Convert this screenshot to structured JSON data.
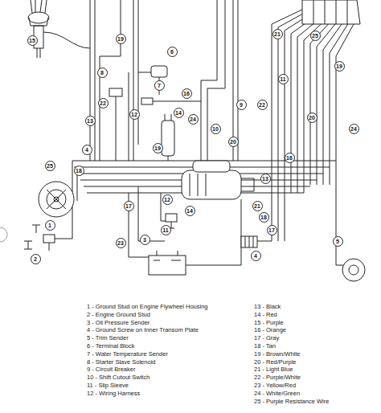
{
  "diagram": {
    "nodes": [
      {
        "text": [
          "15"
        ]
      },
      {
        "text": [
          "19"
        ]
      },
      {
        "text": [
          "8"
        ]
      },
      {
        "text": [
          "6"
        ]
      },
      {
        "text": [
          "7"
        ]
      },
      {
        "text": [
          "16"
        ]
      },
      {
        "text": [
          "14"
        ]
      },
      {
        "text": [
          "24"
        ]
      },
      {
        "text": [
          "10"
        ]
      },
      {
        "text": [
          "9"
        ]
      },
      {
        "text": [
          "13"
        ]
      },
      {
        "text": [
          "12"
        ]
      },
      {
        "text": [
          "22"
        ]
      },
      {
        "text": [
          "21"
        ]
      },
      {
        "text": [
          "25"
        ]
      },
      {
        "text": [
          "19"
        ]
      },
      {
        "text": [
          "11"
        ]
      },
      {
        "text": [
          "22"
        ]
      },
      {
        "text": [
          "20"
        ]
      },
      {
        "text": [
          "24"
        ]
      },
      {
        "text": [
          "16"
        ]
      },
      {
        "text": [
          "13"
        ]
      },
      {
        "text": [
          "25"
        ]
      },
      {
        "text": [
          "18"
        ]
      },
      {
        "text": [
          "4"
        ]
      },
      {
        "text": [
          "17"
        ]
      },
      {
        "text": [
          "19"
        ]
      },
      {
        "text": [
          "20"
        ]
      },
      {
        "text": [
          "14"
        ]
      },
      {
        "text": [
          "1"
        ]
      },
      {
        "text": [
          "2"
        ]
      },
      {
        "text": [
          "3"
        ]
      },
      {
        "text": [
          "12"
        ]
      },
      {
        "text": [
          "11"
        ]
      },
      {
        "text": [
          "23"
        ]
      },
      {
        "text": [
          "4"
        ]
      },
      {
        "text": [
          "17"
        ]
      },
      {
        "text": [
          "21"
        ]
      },
      {
        "text": [
          "18"
        ]
      },
      {
        "text": [
          "5"
        ]
      }
    ],
    "labels": [
      "1 - Ground Stud on Engine Flywheel Housing",
      "2 - Engine Ground Stud",
      "3 - Oil Pressure Sender",
      "4 - Ground Screw on Inner Transom Plate",
      "5 - Trim Sender",
      "6 - Terminal Block",
      "7 - Water Temperature Sender",
      "8 - Starter Slave Solenoid",
      "9 - Circuit Breaker",
      "10 - Shift Cutout Switch",
      "11 - Slip Sleeve",
      "12 - Wiring Harness",
      "13 - Black",
      "14 - Red",
      "15 - Purple",
      "16 - Orange",
      "17 - Gray",
      "18 - Tan",
      "19 - Brown/White",
      "20 - Red/Purple",
      "21 - Light Blue",
      "22 - Purple/White",
      "23 - Yellow/Red",
      "24 - White/Green",
      "25 - Purple Resistance Wire"
    ]
  }
}
